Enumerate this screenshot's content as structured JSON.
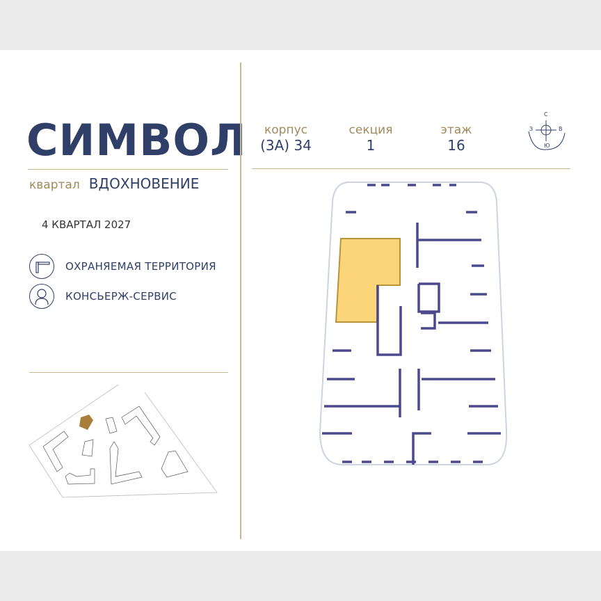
{
  "brand": {
    "logo": "СИМВОЛ",
    "district_label": "квартал",
    "district_name": "ВДОХНОВЕНИЕ"
  },
  "completion": "4 КВАРТАЛ 2027",
  "features": [
    {
      "icon": "barrier-icon",
      "label": "ОХРАНЯЕМАЯ ТЕРРИТОРИЯ"
    },
    {
      "icon": "concierge-icon",
      "label": "КОНСЬЕРЖ-СЕРВИС"
    }
  ],
  "info": [
    {
      "label": "корпус",
      "value": "(3А) 34"
    },
    {
      "label": "секция",
      "value": "1"
    },
    {
      "label": "этаж",
      "value": "16"
    }
  ],
  "compass": {
    "n": "С",
    "s": "Ю",
    "w": "З",
    "e": "В"
  },
  "colors": {
    "navy": "#2f3f68",
    "gold": "#a08a5a",
    "walls": "#4b4a8f",
    "highlight": "#fcd57a",
    "highlight_border": "#b8933a"
  }
}
